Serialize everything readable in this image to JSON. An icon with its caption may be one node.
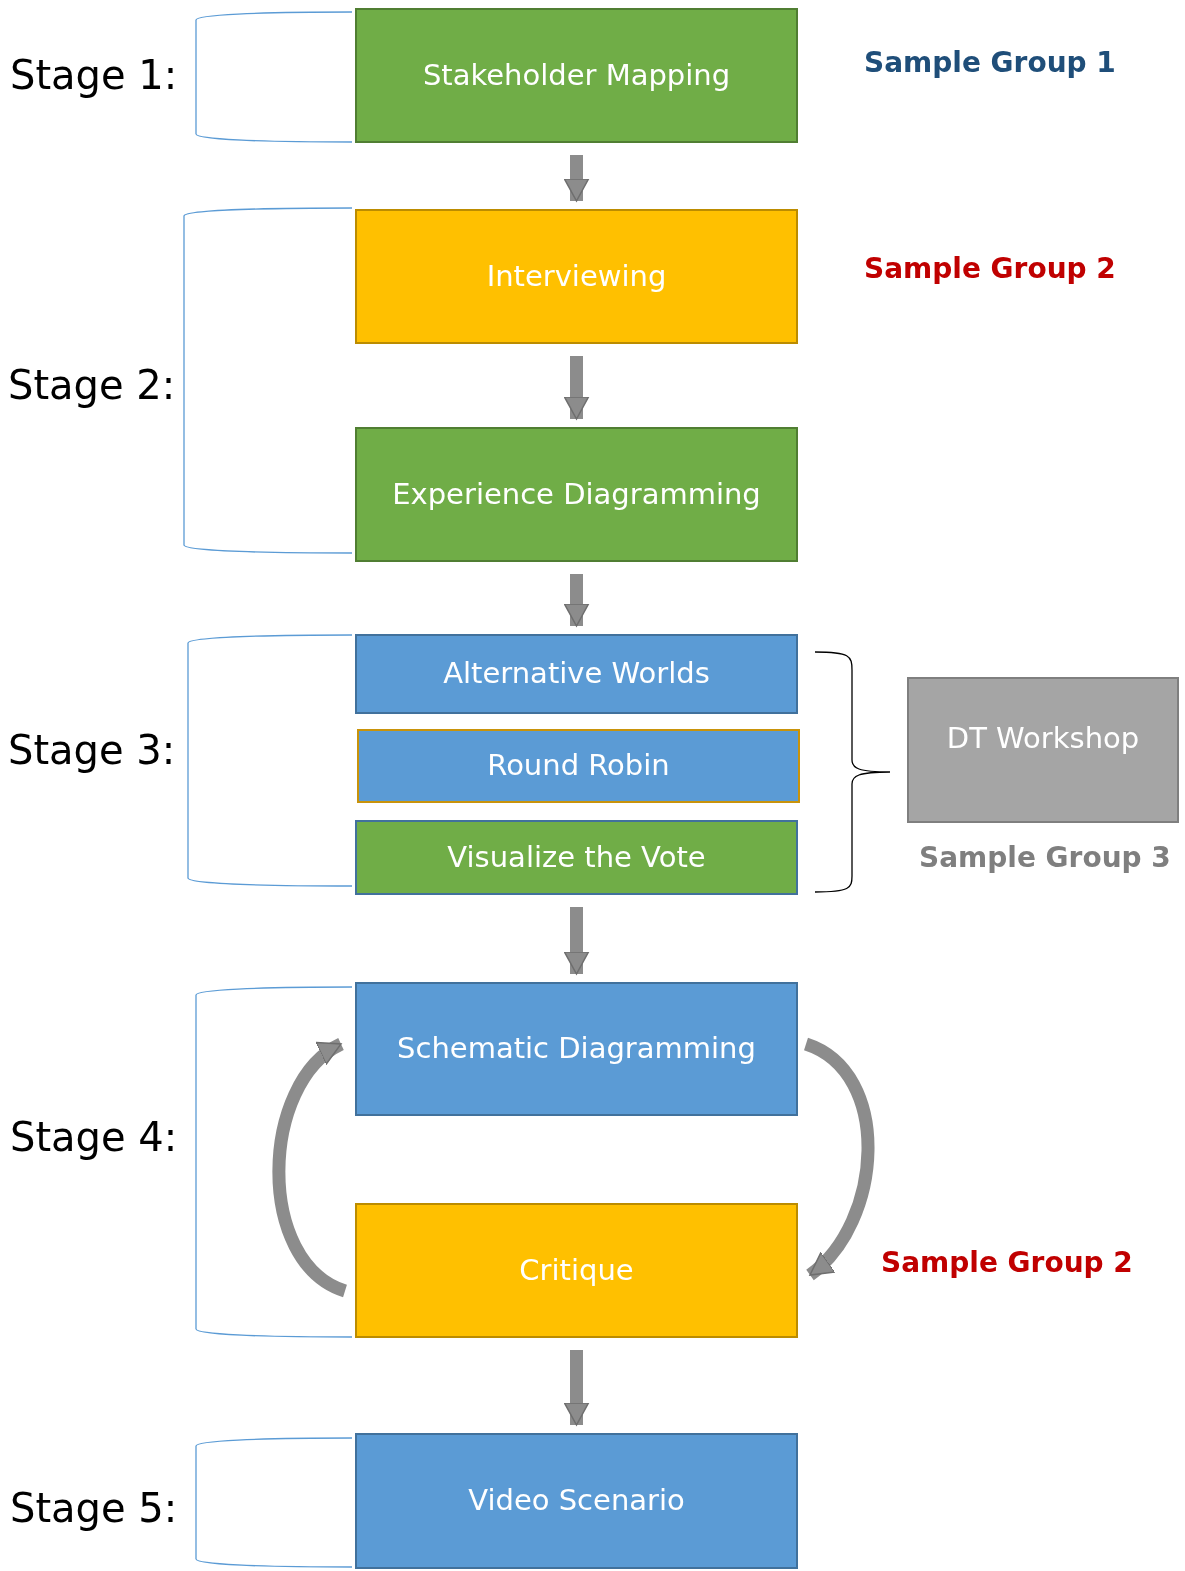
{
  "diagram": {
    "nodes": [
      {
        "text": [
          "Stakeholder Mapping"
        ]
      },
      {
        "text": [
          "Interviewing"
        ]
      },
      {
        "text": [
          "Experience Diagramming"
        ]
      },
      {
        "text": [
          "Alternative Worlds"
        ]
      },
      {
        "text": [
          "Round Robin"
        ]
      },
      {
        "text": [
          "Visualize the Vote"
        ]
      },
      {
        "text": [
          "DT Workshop"
        ],
        "beside": [
          "Sample Group 3"
        ]
      },
      {
        "text": [
          "Schematic Diagramming"
        ]
      },
      {
        "text": [
          "Critique"
        ]
      },
      {
        "text": [
          "Video Scenario"
        ]
      }
    ],
    "edges": [
      {
        "from": 0,
        "to": 1,
        "arrow": "to"
      },
      {
        "from": 1,
        "to": 2,
        "arrow": "to"
      },
      {
        "from": 2,
        "to": 3,
        "arrow": "to"
      },
      {
        "from": 5,
        "to": 7,
        "arrow": "to"
      },
      {
        "from": 7,
        "to": 8,
        "arrow": "to"
      },
      {
        "from": 8,
        "to": 7,
        "arrow": "to"
      },
      {
        "from": 8,
        "to": 9,
        "arrow": "to"
      }
    ],
    "labels": [
      "Stage 1:",
      "Sample Group 1",
      "Sample Group 2",
      "Stage 2:",
      "Stage 3:",
      "Stage 4:",
      "Sample Group 2",
      "Stage 5:"
    ]
  }
}
